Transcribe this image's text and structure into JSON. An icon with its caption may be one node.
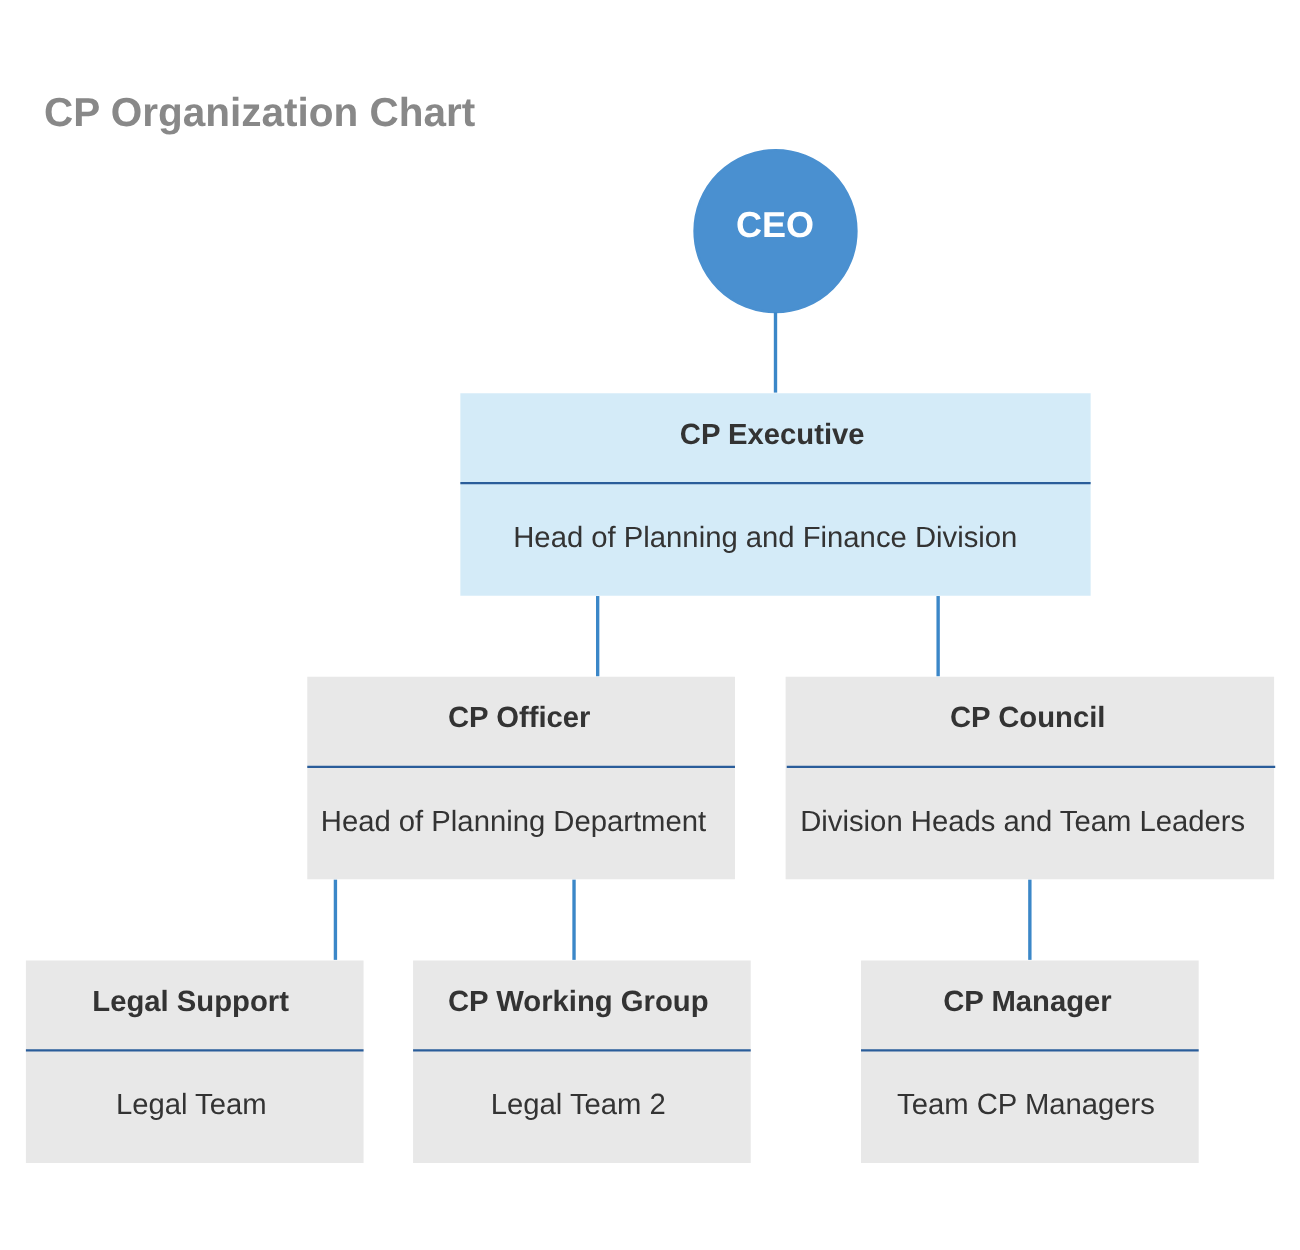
{
  "diagram": {
    "title": "CP Organization Chart",
    "nodes": [
      {
        "text": [
          "CEO"
        ]
      },
      {
        "text": [
          "CP Executive",
          "Head of Planning and Finance Division"
        ]
      },
      {
        "text": [
          "CP Officer",
          "Head of Planning Department"
        ]
      },
      {
        "text": [
          "CP Council",
          "Division Heads and Team Leaders"
        ]
      },
      {
        "text": [
          "Legal Support",
          "Legal Team"
        ]
      },
      {
        "text": [
          "CP Working Group",
          "Legal Team 2"
        ]
      },
      {
        "text": [
          "CP Manager",
          "Team CP Managers"
        ]
      }
    ],
    "edges": [
      {
        "from": 0,
        "to": 1,
        "arrow": "none"
      },
      {
        "from": 1,
        "to": 2,
        "arrow": "none"
      },
      {
        "from": 1,
        "to": 3,
        "arrow": "none"
      },
      {
        "from": 2,
        "to": 4,
        "arrow": "none"
      },
      {
        "from": 2,
        "to": 5,
        "arrow": "none"
      },
      {
        "from": 3,
        "to": 6,
        "arrow": "none"
      }
    ]
  }
}
